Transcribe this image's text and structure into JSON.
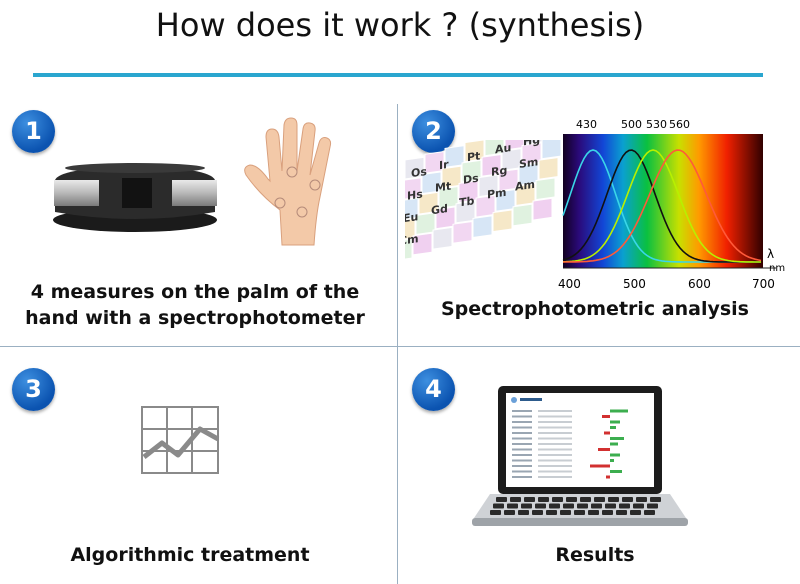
{
  "title": "How does it work ? (synthesis)",
  "steps": [
    {
      "number": "1",
      "caption_line1": "4 measures on the palm of the",
      "caption_line2": "hand with a spectrophotometer"
    },
    {
      "number": "2",
      "caption": "Spectrophotometric analysis"
    },
    {
      "number": "3",
      "caption": "Algorithmic treatment"
    },
    {
      "number": "4",
      "caption": "Results"
    }
  ],
  "spectrum": {
    "peak_labels": [
      "430",
      "500",
      "530",
      "560"
    ],
    "peak_colors": [
      "#3ad6e8",
      "#111111",
      "#b8f000",
      "#ff5a3a"
    ],
    "x_ticks": [
      "400",
      "500",
      "600",
      "700"
    ],
    "axis_symbol": "λ",
    "axis_unit": "nm"
  },
  "periodic_elements": [
    "Os",
    "Ir",
    "Pt",
    "Au",
    "Hg",
    "Hs",
    "Mt",
    "Ds",
    "Rg",
    "Sm",
    "Eu",
    "Gd",
    "Tb",
    "Pm",
    "Am",
    "Cm"
  ],
  "colors": {
    "accent": "#2aa6cf",
    "badge": "#0b53b0",
    "divider": "#9bb0c2"
  }
}
